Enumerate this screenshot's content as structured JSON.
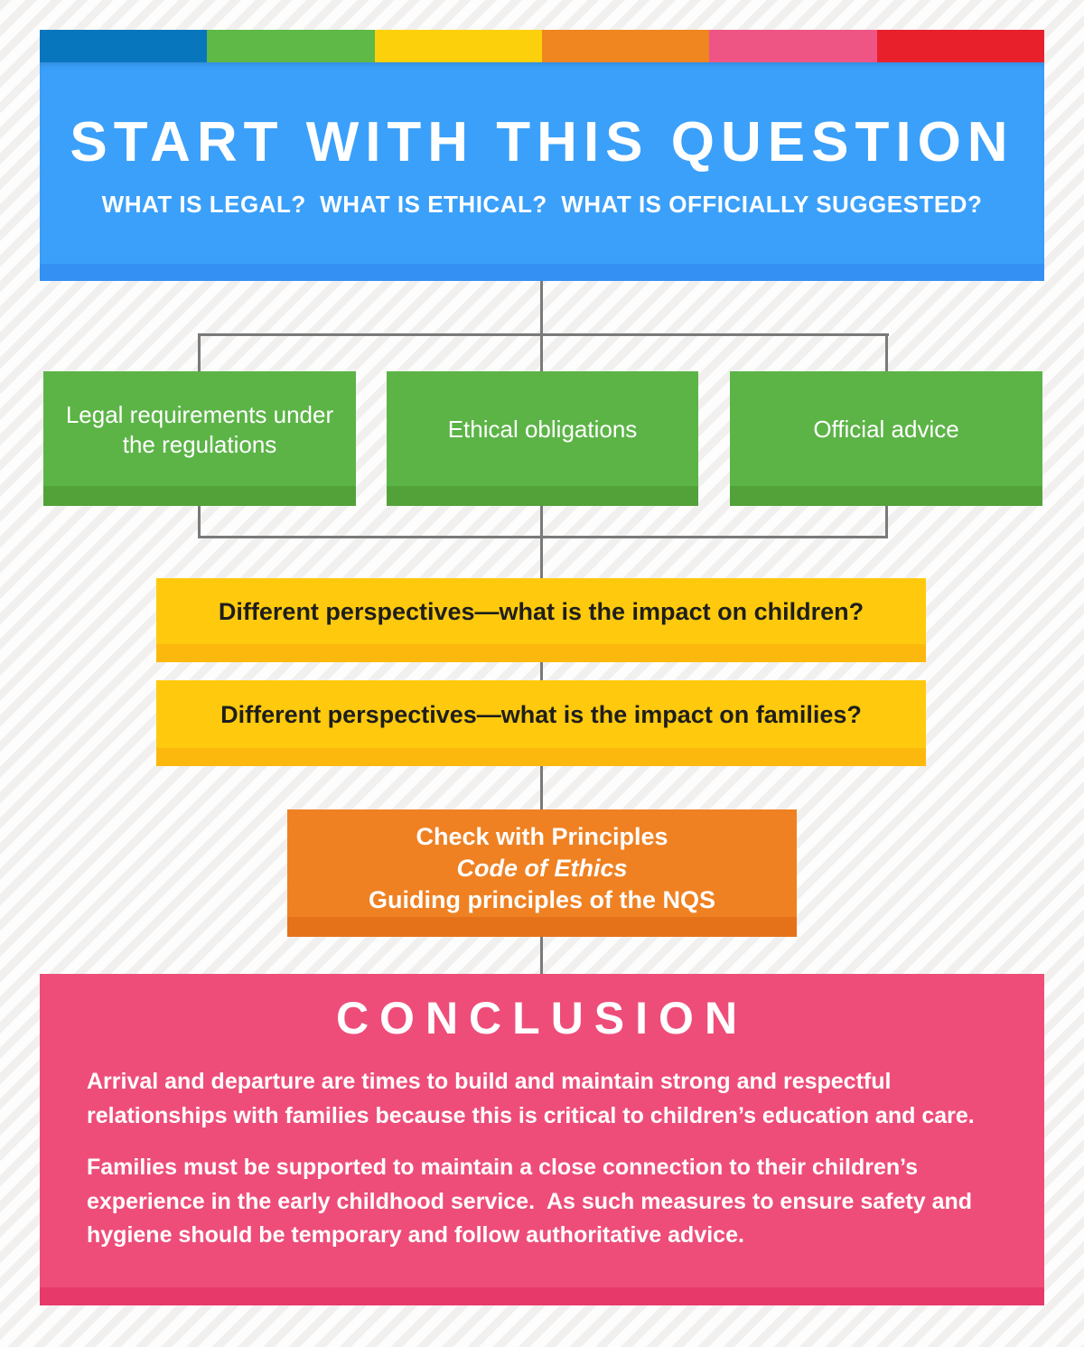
{
  "palette": {
    "connector": "#7a7a7a",
    "background_stripe_light": "#fdfdfd",
    "background_stripe_gray": "#f1f0ee"
  },
  "topbar": {
    "colors": [
      "#0776bd",
      "#5eb946",
      "#fdd00c",
      "#f0861f",
      "#ee5584",
      "#e8202c"
    ]
  },
  "start": {
    "bg": "#3ba0fa",
    "bg_dark": "#3490f3",
    "title": "START WITH THIS QUESTION",
    "subtitle": "WHAT IS LEGAL?  WHAT IS ETHICAL?  WHAT IS OFFICIALLY SUGGESTED?"
  },
  "branches": {
    "bg": "#5cb447",
    "bg_dark": "#52a239",
    "items": [
      {
        "label": "Legal requirements under the regulations"
      },
      {
        "label": "Ethical obligations"
      },
      {
        "label": "Official advice"
      }
    ]
  },
  "perspectives": {
    "bg": "#ffca0d",
    "bg_dark": "#fdb80d",
    "text_color": "#1e1e1e",
    "items": [
      {
        "label": "Different perspectives—what is the impact on children?"
      },
      {
        "label": "Different perspectives—what is the impact on families?"
      }
    ]
  },
  "check": {
    "bg": "#ef8122",
    "bg_dark": "#e57219",
    "lines": [
      {
        "text": "Check with Principles",
        "style": "normal"
      },
      {
        "text": "Code of Ethics",
        "style": "italic"
      },
      {
        "text": "Guiding principles of the NQS",
        "style": "normal"
      }
    ]
  },
  "conclusion": {
    "bg": "#ee4d79",
    "bg_dark": "#e8396b",
    "title": "CONCLUSION",
    "paragraphs": [
      "Arrival and departure are times to build and maintain strong and respectful relationships with families because this is critical to children’s education and care.",
      "Families must be supported to maintain a close connection to their children’s experience in the early childhood service.  As such measures to ensure safety and hygiene should be temporary and follow authoritative advice."
    ]
  }
}
